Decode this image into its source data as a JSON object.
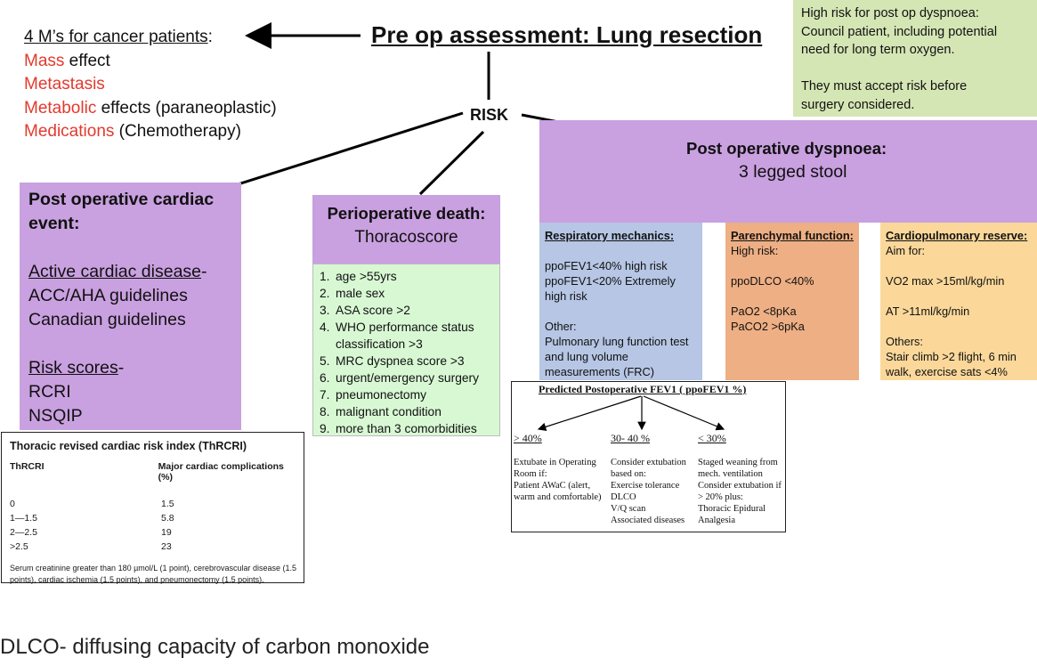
{
  "title": "Pre op assessment: Lung resection",
  "risk_label": "RISK",
  "four_ms": {
    "heading": "4 M’s for cancer patients",
    "heading_suffix": ":",
    "items": [
      {
        "red": "Mass",
        "rest": " effect"
      },
      {
        "red": "Metastasis",
        "rest": ""
      },
      {
        "red": "Metabolic",
        "rest": " effects (paraneoplastic)"
      },
      {
        "red": "Medications",
        "rest": " (Chemotherapy)"
      }
    ]
  },
  "high_risk_note": {
    "line1": "High risk for post op dyspnoea:",
    "line2": "Council patient, including potential",
    "line3": "need for long term oxygen.",
    "line4": "They must accept risk before",
    "line5": "surgery considered."
  },
  "cardiac": {
    "title_line1": "Post operative cardiac",
    "title_line2": "event:",
    "active_heading": "Active cardiac disease",
    "active_dash": "-",
    "active_items": [
      "ACC/AHA guidelines",
      "Canadian guidelines"
    ],
    "risk_heading": "Risk scores",
    "risk_dash": "-",
    "risk_items": [
      "RCRI",
      "NSQIP"
    ]
  },
  "perioperative": {
    "title": "Perioperative death:",
    "subtitle": "Thoracoscore",
    "items": [
      {
        "n": "1.",
        "text": "age >55yrs"
      },
      {
        "n": "2.",
        "text": "male sex"
      },
      {
        "n": "3.",
        "text": "ASA score >2"
      },
      {
        "n": "4.",
        "text": "WHO performance status classification >3"
      },
      {
        "n": "5.",
        "text": "MRC dyspnea score >3"
      },
      {
        "n": "6.",
        "text": "urgent/emergency surgery"
      },
      {
        "n": "7.",
        "text": "pneumonectomy"
      },
      {
        "n": "8.",
        "text": "malignant condition"
      },
      {
        "n": "9.",
        "text": "more than 3 comorbidities"
      }
    ]
  },
  "dyspnoea": {
    "title": "Post operative dyspnoea:",
    "subtitle": "3 legged stool"
  },
  "resp_mech": {
    "heading": "Respiratory mechanics:",
    "line1": "ppoFEV1<40% high risk",
    "line2": "ppoFEV1<20% Extremely high risk",
    "other_label": "Other:",
    "other_text": "Pulmonary lung function test and lung volume measurements (FRC)"
  },
  "parenchymal": {
    "heading": "Parenchymal function:",
    "high_risk": "High risk:",
    "dlco": "ppoDLCO <40%",
    "pao2": "PaO2 <8pKa",
    "paco2": "PaCO2 >6pKa"
  },
  "cardiopulm": {
    "heading": "Cardiopulmonary reserve:",
    "aim": "Aim for:",
    "vo2": "VO2 max >15ml/kg/min",
    "at": "AT >11ml/kg/min",
    "others": "Others:",
    "others_text": "Stair climb >2 flight, 6 min walk, exercise sats <4%"
  },
  "thrcri": {
    "title": "Thoracic revised cardiac risk index (ThRCRI)",
    "col1": "ThRCRI",
    "col2": "Major cardiac complications (%)",
    "rows": [
      {
        "score": "0",
        "pct": "1.5"
      },
      {
        "score": "1—1.5",
        "pct": "5.8"
      },
      {
        "score": "2—2.5",
        "pct": "19"
      },
      {
        "score": ">2.5",
        "pct": "23"
      }
    ],
    "footnote": "Serum creatinine greater than 180 µmol/L (1 point), cerebrovascular disease (1.5 points), cardiac ischemia (1.5 points), and pneumonectomy (1.5 points)."
  },
  "ppofev": {
    "title": "Predicted Postoperative FEV1 ( ppoFEV1 %)",
    "cols": [
      {
        "head": "> 40%",
        "lines": [
          "Extubate in Operating",
          "Room if:",
          "Patient AWaC (alert,",
          "warm and comfortable)"
        ]
      },
      {
        "head": "30- 40 %",
        "lines": [
          "Consider extubation",
          "based on:",
          "Exercise tolerance",
          "DLCO",
          "V/Q scan",
          "Associated diseases"
        ]
      },
      {
        "head": "< 30%",
        "lines": [
          "Staged weaning from",
          "mech. ventilation",
          "Consider extubation if",
          "> 20% plus:",
          "Thoracic Epidural",
          "Analgesia"
        ]
      }
    ]
  },
  "footer": "DLCO- diffusing capacity of carbon monoxide"
}
